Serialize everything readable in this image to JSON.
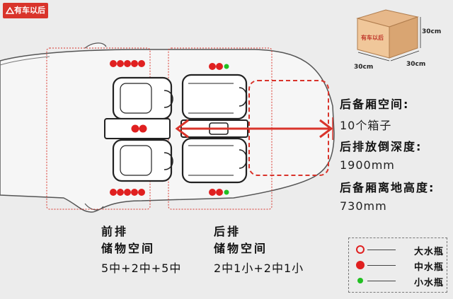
{
  "brand": {
    "logo_text": "有车以后",
    "box_label": "有车以后",
    "accent": "#d9342b"
  },
  "box_dimensions": {
    "height": "30cm",
    "width": "30cm",
    "depth": "30cm"
  },
  "specs": [
    {
      "label": "后备厢空间:",
      "value": "10个箱子"
    },
    {
      "label": "后排放倒深度:",
      "value": "1900mm"
    },
    {
      "label": "后备厢离地高度:",
      "value": "730mm"
    }
  ],
  "front_storage": {
    "title_line1": "前排",
    "title_line2": "储物空间",
    "value": "5中+2中+5中"
  },
  "rear_storage": {
    "title_line1": "后排",
    "title_line2": "储物空间",
    "value": "2中1小+2中1小"
  },
  "legend": [
    {
      "label": "大水瓶",
      "symbol": "large-bottle-icon",
      "color": "#e02020"
    },
    {
      "label": "中水瓶",
      "symbol": "medium-bottle-icon",
      "color": "#e02020"
    },
    {
      "label": "小水瓶",
      "symbol": "small-bottle-icon",
      "color": "#22c022"
    }
  ],
  "colors": {
    "highlight_red": "#d9342b",
    "bottle_red": "#e02020",
    "bottle_green": "#22c022",
    "outline": "#333333"
  }
}
